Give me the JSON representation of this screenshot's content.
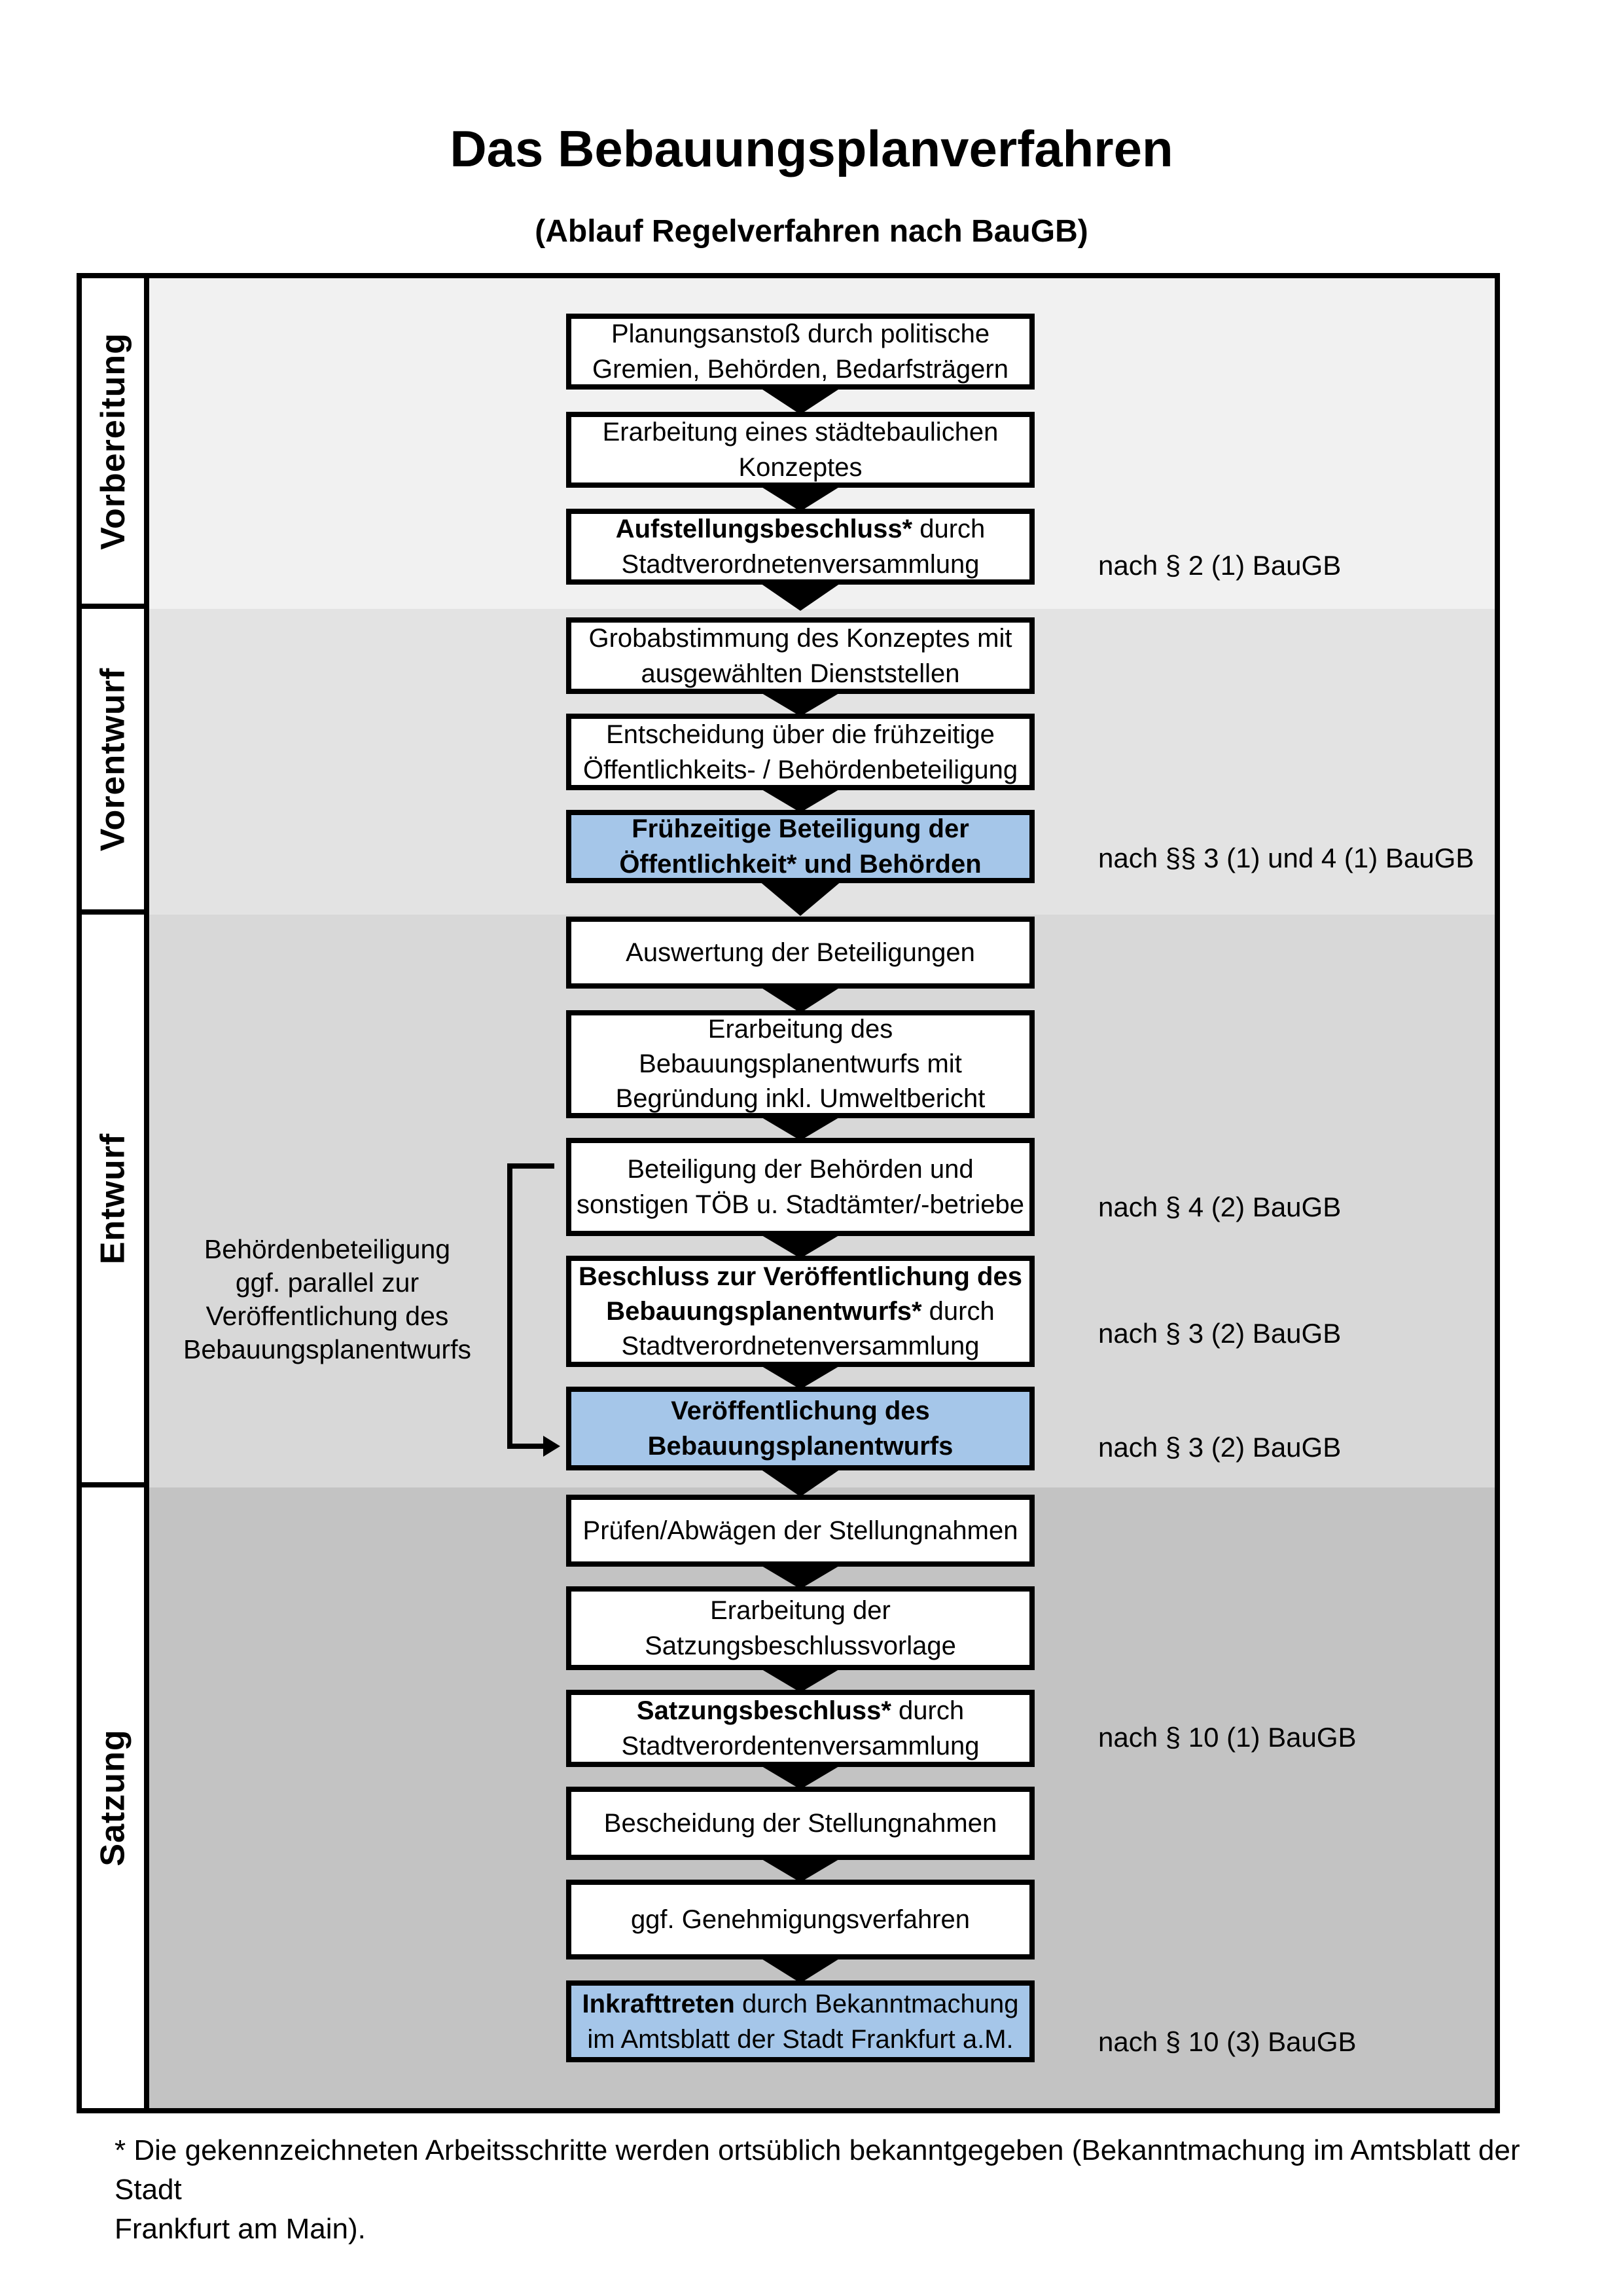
{
  "header": {
    "title": "Das Bebauungsplanverfahren",
    "subtitle": "(Ablauf Regelverfahren nach BauGB)"
  },
  "phases": [
    {
      "label": "Vorbereitung"
    },
    {
      "label": "Vorentwurf"
    },
    {
      "label": "Entwurf"
    },
    {
      "label": "Satzung"
    }
  ],
  "flow": {
    "steps": [
      {
        "highlight": false,
        "lines": [
          {
            "t": "Planungsanstoß durch politische"
          },
          {
            "t": "Gremien, Behörden, Bedarfsträgern"
          }
        ]
      },
      {
        "highlight": false,
        "lines": [
          {
            "t": "Erarbeitung eines städtebaulichen"
          },
          {
            "t": "Konzeptes"
          }
        ]
      },
      {
        "highlight": false,
        "lines": [
          {
            "b": "Aufstellungsbeschluss*",
            "t": " durch"
          },
          {
            "t": "Stadtverordnetenversammlung"
          }
        ]
      },
      {
        "highlight": false,
        "lines": [
          {
            "t": "Grobabstimmung des Konzeptes mit"
          },
          {
            "t": "ausgewählten Dienststellen"
          }
        ]
      },
      {
        "highlight": false,
        "lines": [
          {
            "t": "Entscheidung über die frühzeitige"
          },
          {
            "t": "Öffentlichkeits- / Behördenbeteiligung"
          }
        ]
      },
      {
        "highlight": true,
        "lines": [
          {
            "b": "Frühzeitige Beteiligung der"
          },
          {
            "b": "Öffentlichkeit* und Behörden"
          }
        ]
      },
      {
        "highlight": false,
        "lines": [
          {
            "t": "Auswertung der Beteiligungen"
          }
        ]
      },
      {
        "highlight": false,
        "lines": [
          {
            "t": "Erarbeitung des"
          },
          {
            "t": "Bebauungsplanentwurfs mit"
          },
          {
            "t": "Begründung inkl. Umweltbericht"
          }
        ]
      },
      {
        "highlight": false,
        "lines": [
          {
            "t": "Beteiligung der Behörden und"
          },
          {
            "t": "sonstigen TÖB u. Stadtämter/-betriebe"
          }
        ]
      },
      {
        "highlight": false,
        "lines": [
          {
            "b": "Beschluss zur Veröffentlichung des"
          },
          {
            "b": "Bebauungsplanentwurfs*",
            "t": " durch"
          },
          {
            "t": "Stadtverordnetenversammlung"
          }
        ]
      },
      {
        "highlight": true,
        "lines": [
          {
            "b": "Veröffentlichung des"
          },
          {
            "b": "Bebauungsplanentwurfs"
          }
        ]
      },
      {
        "highlight": false,
        "lines": [
          {
            "t": "Prüfen/Abwägen der Stellungnahmen"
          }
        ]
      },
      {
        "highlight": false,
        "lines": [
          {
            "t": "Erarbeitung der"
          },
          {
            "t": "Satzungsbeschlussvorlage"
          }
        ]
      },
      {
        "highlight": false,
        "lines": [
          {
            "b": "Satzungsbeschluss*",
            "t": " durch"
          },
          {
            "t": "Stadtverordentenversammlung"
          }
        ]
      },
      {
        "highlight": false,
        "lines": [
          {
            "t": "Bescheidung der Stellungnahmen"
          }
        ]
      },
      {
        "highlight": false,
        "lines": [
          {
            "t": "ggf. Genehmigungsverfahren"
          }
        ]
      },
      {
        "highlight": true,
        "lines": [
          {
            "b": "Inkrafttreten",
            "t": " durch Bekanntmachung"
          },
          {
            "t": "im Amtsblatt der Stadt Frankfurt a.M."
          }
        ]
      }
    ]
  },
  "references": [
    {
      "text": "nach § 2 (1) BauGB"
    },
    {
      "text": "nach §§ 3 (1) und 4 (1) BauGB"
    },
    {
      "text": "nach § 4 (2) BauGB"
    },
    {
      "text": "nach § 3 (2) BauGB"
    },
    {
      "text": "nach § 3 (2) BauGB"
    },
    {
      "text": "nach § 10 (1) BauGB"
    },
    {
      "text": "nach § 10 (3) BauGB"
    }
  ],
  "annotation": {
    "lines": [
      "Behördenbeteiligung",
      "ggf. parallel zur",
      "Veröffentlichung des",
      "Bebauungsplanentwurfs"
    ]
  },
  "footnote": {
    "line1": "* Die gekennzeichneten Arbeitsschritte werden ortsüblich bekanntgegeben (Bekanntmachung im Amtsblatt  der Stadt",
    "line2": "Frankfurt am Main)."
  },
  "colors": {
    "highlight": "#a5c6e9",
    "sec_vorbereitung": "#f1f1f1",
    "sec_vorentwurf": "#e3e3e3",
    "sec_entwurf": "#d8d8d8",
    "sec_satzung": "#c3c3c3"
  }
}
